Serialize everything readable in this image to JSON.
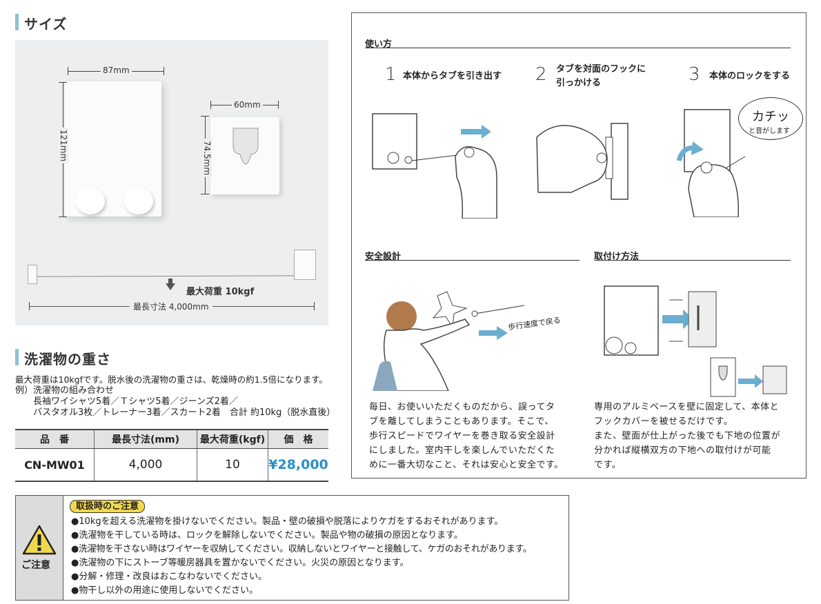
{
  "size_section": {
    "title": "サイズ",
    "dims": {
      "width_main": "87mm",
      "height_main": "121mm",
      "width_cover": "60mm",
      "height_cover": "74.5mm",
      "max_load": "最大荷重 10kgf",
      "max_length": "最長寸法 4,000mm"
    }
  },
  "weight_section": {
    "title": "洗濯物の重さ",
    "lines": [
      "最大荷重は10kgfです。脱水後の洗濯物の重さは、乾燥時の約1.5倍になります。",
      "例）洗濯物の組み合わせ",
      "長袖ワイシャツ5着／Ｔシャツ5着／ジーンズ2着／",
      "バスタオル3枚／トレーナー3着／スカート2着　合計 約10kg（脱水直後）"
    ]
  },
  "spec_table": {
    "headers": [
      "品　番",
      "最長寸法(mm)",
      "最大荷重(kgf)",
      "価　格"
    ],
    "row": [
      "CN-MW01",
      "4,000",
      "10",
      "¥28,000"
    ]
  },
  "usage": {
    "title": "使い方",
    "steps": [
      {
        "num": "1",
        "text": "本体からタブを引き出す"
      },
      {
        "num": "2",
        "text1": "タブを対面のフックに",
        "text2": "引っかける"
      },
      {
        "num": "3",
        "text": "本体のロックをする"
      }
    ],
    "bubble_main": "カチッ",
    "bubble_sub": "と音がします"
  },
  "safety": {
    "title": "安全設計",
    "arrow_label": "歩行速度で戻る",
    "lines": [
      "毎日、お使いいただくものだから、誤ってタ",
      "ブを離してしまうこともあります。そこで、",
      "歩行スピードでワイヤーを巻き取る安全設計",
      "にしました。室内干しを楽しんでいただくた",
      "めに一番大切なこと、それは安心と安全です。"
    ]
  },
  "mounting": {
    "title": "取付け方法",
    "lines": [
      "専用のアルミベースを壁に固定して、本体と",
      "フックカバーを被せるだけです。",
      "また、壁面が仕上がった後でも下地の位置が",
      "分かれば縦横双方の下地への取付けが可能",
      "です。"
    ]
  },
  "caution": {
    "label": "ご注意",
    "title": "取扱時のご注意",
    "items": [
      "●10kgを超える洗濯物を掛けないでください。製品・壁の破損や脱落によりケガをするおそれがあります。",
      "●洗濯物を干している時は、ロックを解除しないでください。製品や物の破損の原因となります。",
      "●洗濯物を干さない時はワイヤーを収納してください。収納しないとワイヤーと接触して、ケガのおそれがあります。",
      "●洗濯物の下にストーブ等暖房器具を置かないでください。火災の原因となります。",
      "●分解・修理・改良はおこなわないでください。",
      "●物干し以外の用途に使用しないでください。"
    ]
  },
  "colors": {
    "accent": "#8cc1d8",
    "price": "#2a8fc6",
    "caution_badge": "#f2d94b"
  }
}
